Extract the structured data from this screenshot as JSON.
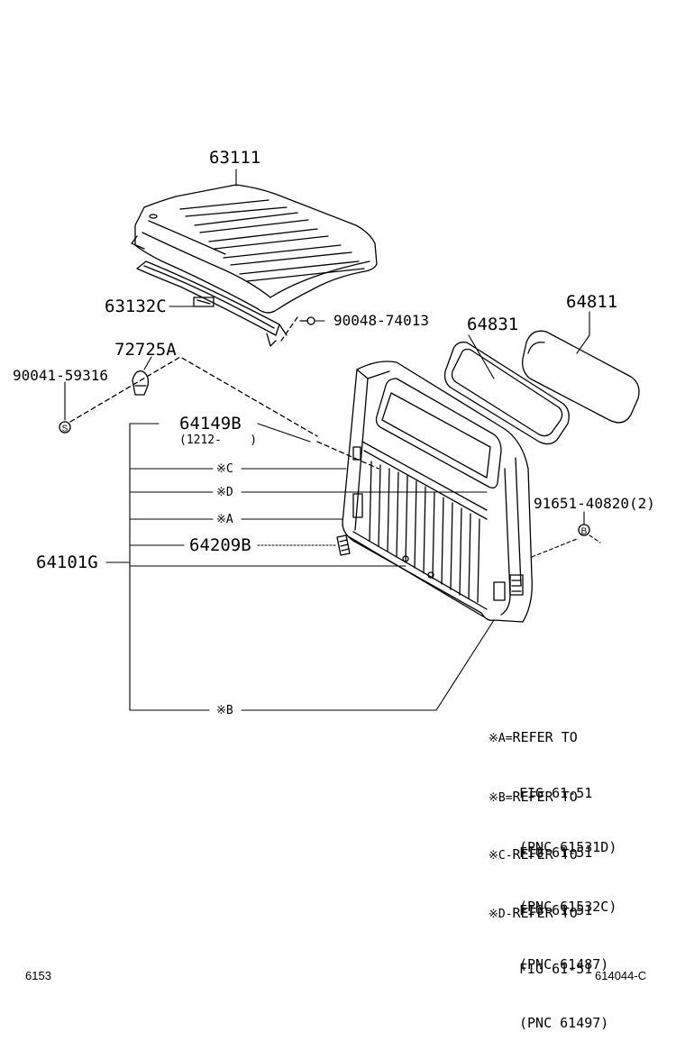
{
  "labels": {
    "p63111": "63111",
    "p63132c": "63132C",
    "p90048": "90048-74013",
    "p72725a": "72725A",
    "p90041": "90041-59316",
    "p64831": "64831",
    "p64811": "64811",
    "p64149b": "64149B",
    "p64149b_note": "(1212-    )",
    "p64209b": "64209B",
    "p64101g": "64101G",
    "p91651": "91651-40820(2)",
    "ref_c": "※C",
    "ref_d": "※D",
    "ref_a": "※A",
    "ref_b": "※B",
    "circle_s": "S",
    "circle_b": "B"
  },
  "notes": [
    {
      "mark": "※A=",
      "l1": "REFER TO",
      "l2": "FIG 61-51",
      "l3": "(PNC 61531D)"
    },
    {
      "mark": "※B=",
      "l1": "REFER TO",
      "l2": "FIG 61-51",
      "l3": "(PNC 61532C)"
    },
    {
      "mark": "※C-",
      "l1": "REFER TO",
      "l2": "FIG 61-51",
      "l3": "(PNC 61487)"
    },
    {
      "mark": "※D-",
      "l1": "REFER TO",
      "l2": "FIG 61-51",
      "l3": "(PNC 61497)"
    }
  ],
  "footer": {
    "left": "6153",
    "right": "614044-C"
  }
}
